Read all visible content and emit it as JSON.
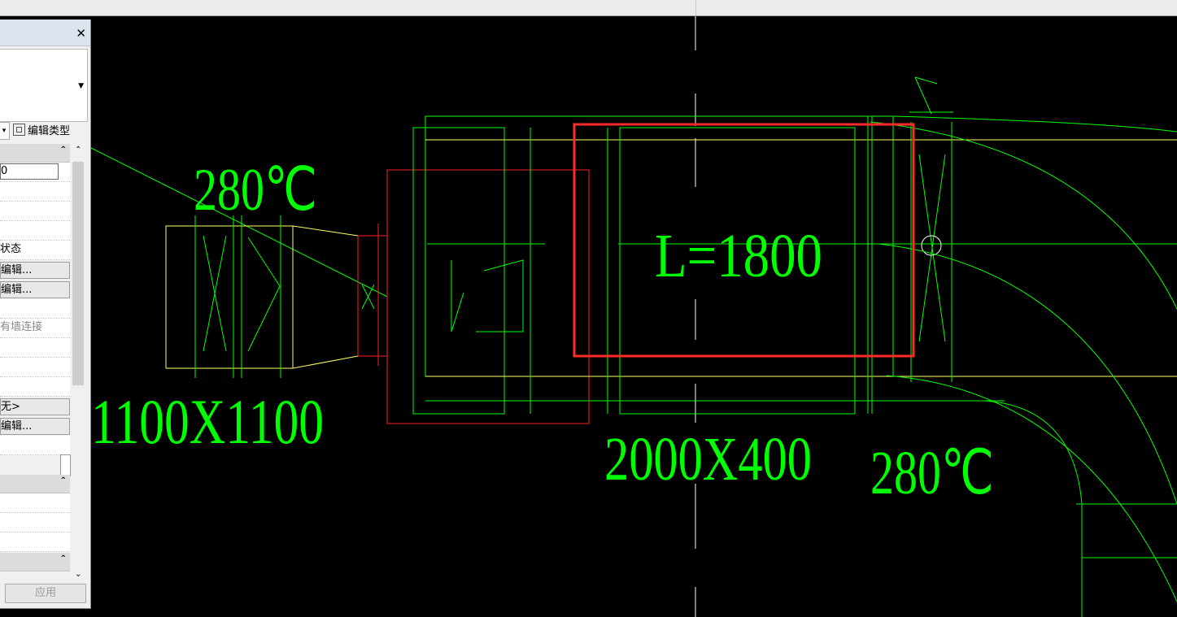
{
  "panel": {
    "close_label": "✕",
    "edit_type_label": "编辑类型",
    "rows": {
      "value_box": "0",
      "status": "状态",
      "edit1": "编辑...",
      "edit2": "编辑...",
      "wall_join": "有墙连接",
      "none_val": "无>",
      "edit3": "编辑..."
    },
    "apply_label": "应用"
  },
  "drawing": {
    "temp_left": "280℃",
    "size_left": "1100X1100",
    "length": "L=1800",
    "size_right": "2000X400",
    "temp_right": "280℃"
  },
  "colors": {
    "cad_green": "#00ff00",
    "cad_yellow": "#ffff66",
    "cad_red": "#ff2020",
    "highlight_red": "#ff2a2a",
    "crosshair": "#ffffff"
  }
}
